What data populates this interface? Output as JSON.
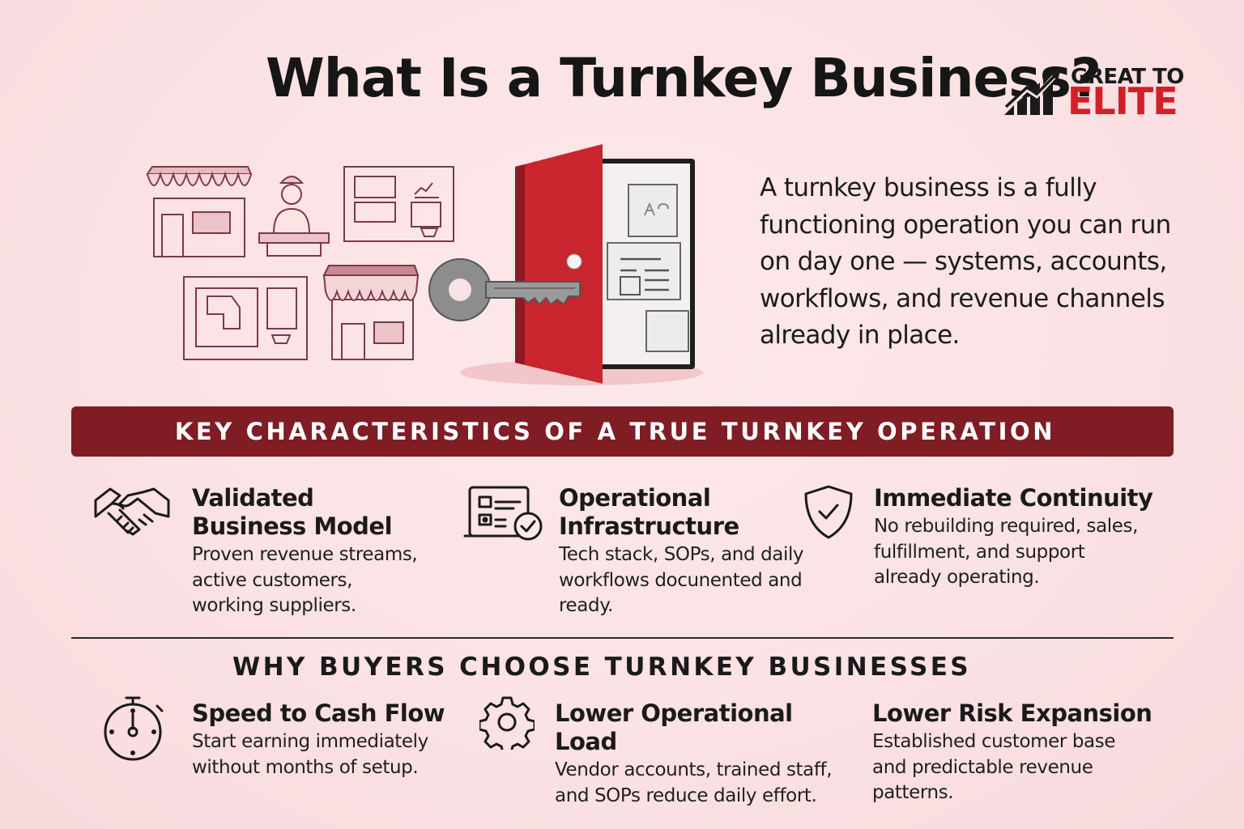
{
  "header": {
    "title": "What Is a Turnkey Business?"
  },
  "logo": {
    "line1": "GREAT TO",
    "line2": "ELITE",
    "accent": "#d41f2a"
  },
  "intro": {
    "text": "A turnkey business is a fully functioning operation you can run on day one — systems, accounts, workflows, and revenue channels already in place."
  },
  "band": {
    "label": "KEY CHARACTERISTICS OF A TRUE TURNKEY OPERATION",
    "color": "#7f1c24"
  },
  "characteristics": [
    {
      "icon": "handshake-icon",
      "title": "Validated Business Model",
      "desc": "Proven revenue streams, active customers, working suppliers."
    },
    {
      "icon": "checklist-icon",
      "title": "Operational Infrastructure",
      "desc": "Tech stack, SOPs, and daily workflows docunented and ready."
    },
    {
      "icon": "shield-check-icon",
      "title": "Immediate Continuity",
      "desc": "No rebuilding required, sales, fulfillment, and support already operating."
    }
  ],
  "why": {
    "heading": "WHY BUYERS CHOOSE TURNKEY BUSINESSES"
  },
  "benefits": [
    {
      "icon": "stopwatch-icon",
      "title": "Speed to Cash Flow",
      "desc": "Start earning immediately without months of setup."
    },
    {
      "icon": "gear-icon",
      "title": "Lower Operational Load",
      "desc": "Vendor accounts, trained staff, and SOPs reduce daily effort."
    },
    {
      "icon": "",
      "title": "Lower Risk Expansion",
      "desc": "Established customer base and predictable revenue patterns."
    }
  ]
}
